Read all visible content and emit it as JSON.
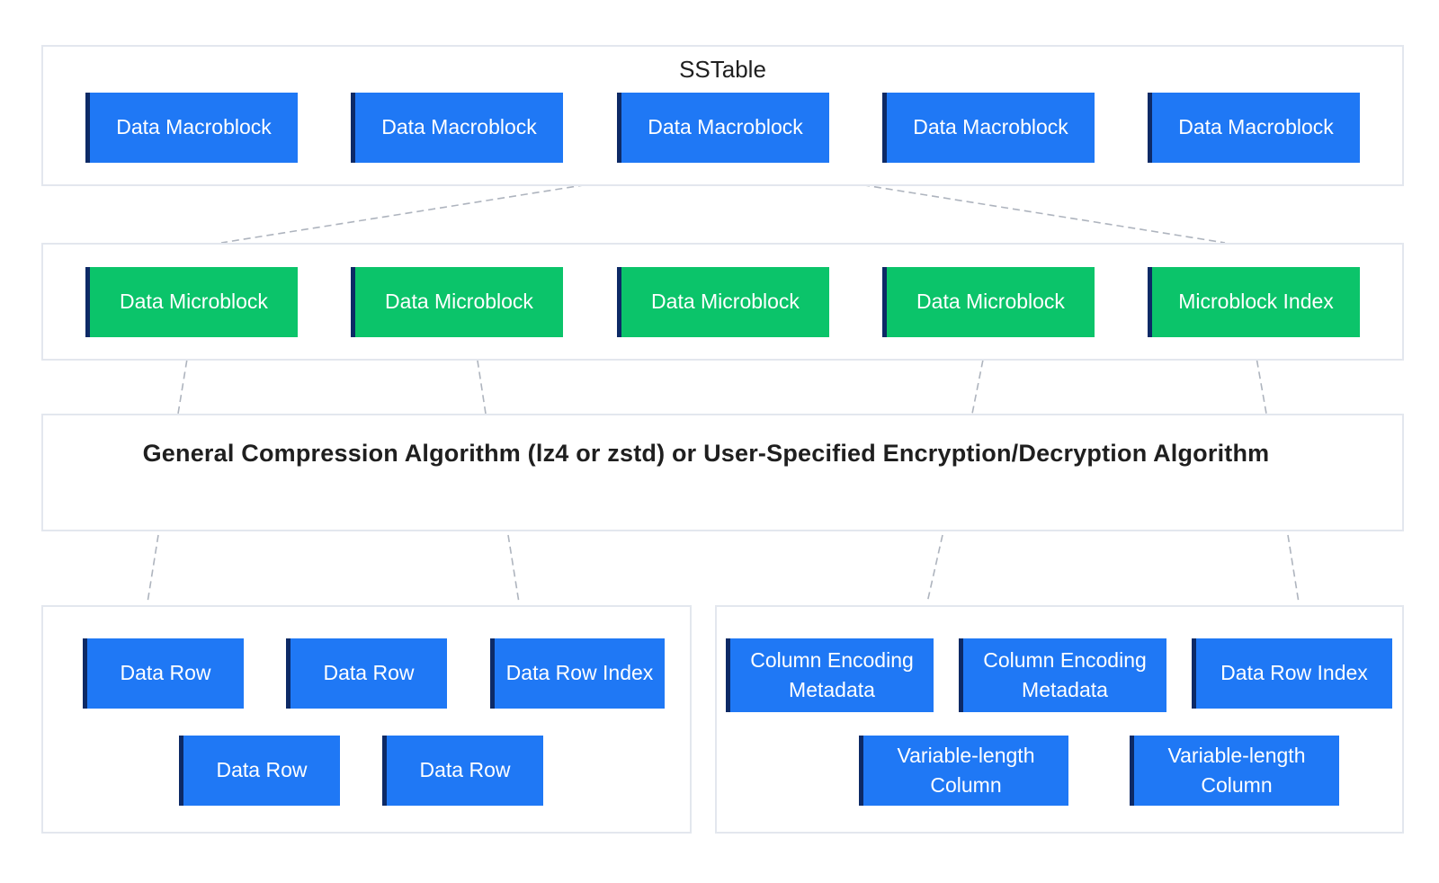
{
  "sstable": {
    "title": "SSTable",
    "macroblocks": [
      "Data Macroblock",
      "Data Macroblock",
      "Data Macroblock",
      "Data Macroblock",
      "Data Macroblock"
    ]
  },
  "microblocks": {
    "items": [
      "Data Microblock",
      "Data Microblock",
      "Data Microblock",
      "Data Microblock",
      "Microblock Index"
    ]
  },
  "algorithm": {
    "label": "General Compression Algorithm (lz4 or zstd) or User-Specified Encryption/Decryption Algorithm"
  },
  "row_store": {
    "row1": [
      "Data Row",
      "Data Row",
      "Data Row Index"
    ],
    "row2": [
      "Data Row",
      "Data Row"
    ]
  },
  "column_store": {
    "row1": [
      "Column Encoding\nMetadata",
      "Column Encoding\nMetadata",
      "Data Row Index"
    ],
    "row2": [
      "Variable-length\nColumn",
      "Variable-length\nColumn"
    ]
  },
  "colors": {
    "macroblock": "#1f78f5",
    "microblock": "#0bc46a",
    "block_edge": "#0d2a66",
    "panel_border": "#e3e7ee",
    "connector": "#aeb4be"
  }
}
